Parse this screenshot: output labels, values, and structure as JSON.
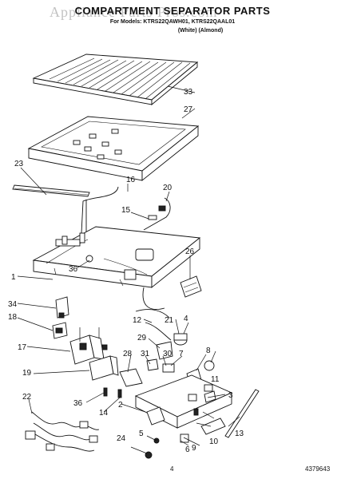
{
  "header": {
    "title": "COMPARTMENT SEPARATOR PARTS",
    "watermark": "Appliance Parts Pros.com",
    "models": "For Models: KTRS22QAWH01, KTRS22QAAL01",
    "colors": "(White)   (Almond)"
  },
  "callouts": [
    "33",
    "27",
    "23",
    "16",
    "20",
    "15",
    "26",
    "1",
    "36",
    "34",
    "18",
    "12",
    "21",
    "4",
    "17",
    "29",
    "31",
    "28",
    "30",
    "7",
    "8",
    "19",
    "11",
    "3",
    "2",
    "36",
    "14",
    "22",
    "5",
    "9",
    "10",
    "13",
    "24",
    "6"
  ],
  "footer": {
    "page_number": "4",
    "doc_number": "4379643"
  }
}
